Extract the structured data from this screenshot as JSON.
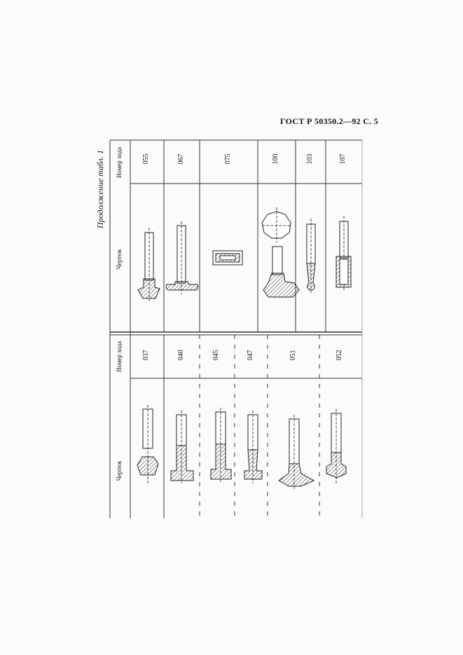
{
  "header": {
    "standard": "ГОСТ Р 50350.2—92 С. 5"
  },
  "caption": "Продолжение табл. 1",
  "columns": {
    "drawing": "Чертеж",
    "code": "Номер хода"
  },
  "upper_rows": [
    {
      "code": "055",
      "drawing_icon": "tool-drawing-055"
    },
    {
      "code": "067",
      "drawing_icon": "tool-drawing-067"
    },
    {
      "code": "075",
      "drawing_icon": "tool-drawing-075"
    },
    {
      "code": "100",
      "drawing_icon": "tool-drawing-100"
    },
    {
      "code": "103",
      "drawing_icon": "tool-drawing-103"
    },
    {
      "code": "107",
      "drawing_icon": "tool-drawing-107"
    }
  ],
  "lower_rows": [
    {
      "code": "037",
      "drawing_icon": "tool-drawing-037"
    },
    {
      "code": "040",
      "drawing_icon": "tool-drawing-040"
    },
    {
      "code": "045",
      "drawing_icon": "tool-drawing-045"
    },
    {
      "code": "047",
      "drawing_icon": "tool-drawing-047"
    },
    {
      "code": "051",
      "drawing_icon": "tool-drawing-051"
    },
    {
      "code": "052",
      "drawing_icon": "tool-drawing-052"
    }
  ]
}
